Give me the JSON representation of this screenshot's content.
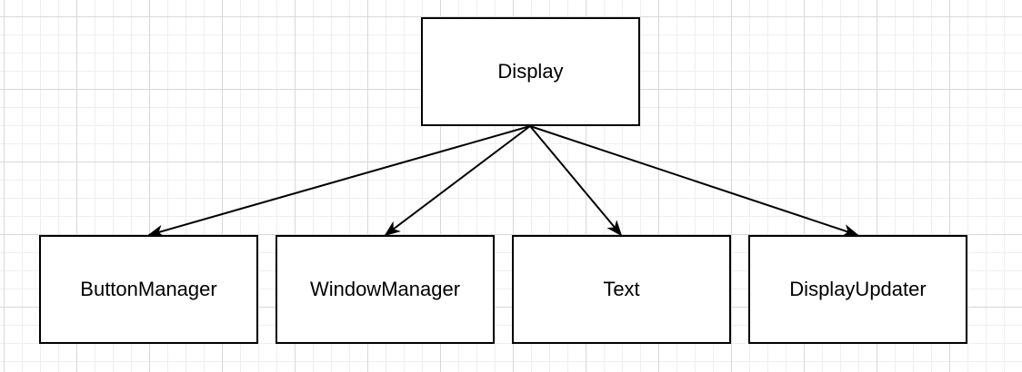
{
  "diagram": {
    "root": {
      "id": "display",
      "label": "Display"
    },
    "children": [
      {
        "id": "button-manager",
        "label": "ButtonManager"
      },
      {
        "id": "window-manager",
        "label": "WindowManager"
      },
      {
        "id": "text",
        "label": "Text"
      },
      {
        "id": "display-updater",
        "label": "DisplayUpdater"
      }
    ],
    "edges": [
      {
        "from": "display",
        "to": "button-manager"
      },
      {
        "from": "display",
        "to": "window-manager"
      },
      {
        "from": "display",
        "to": "text"
      },
      {
        "from": "display",
        "to": "display-updater"
      }
    ]
  }
}
